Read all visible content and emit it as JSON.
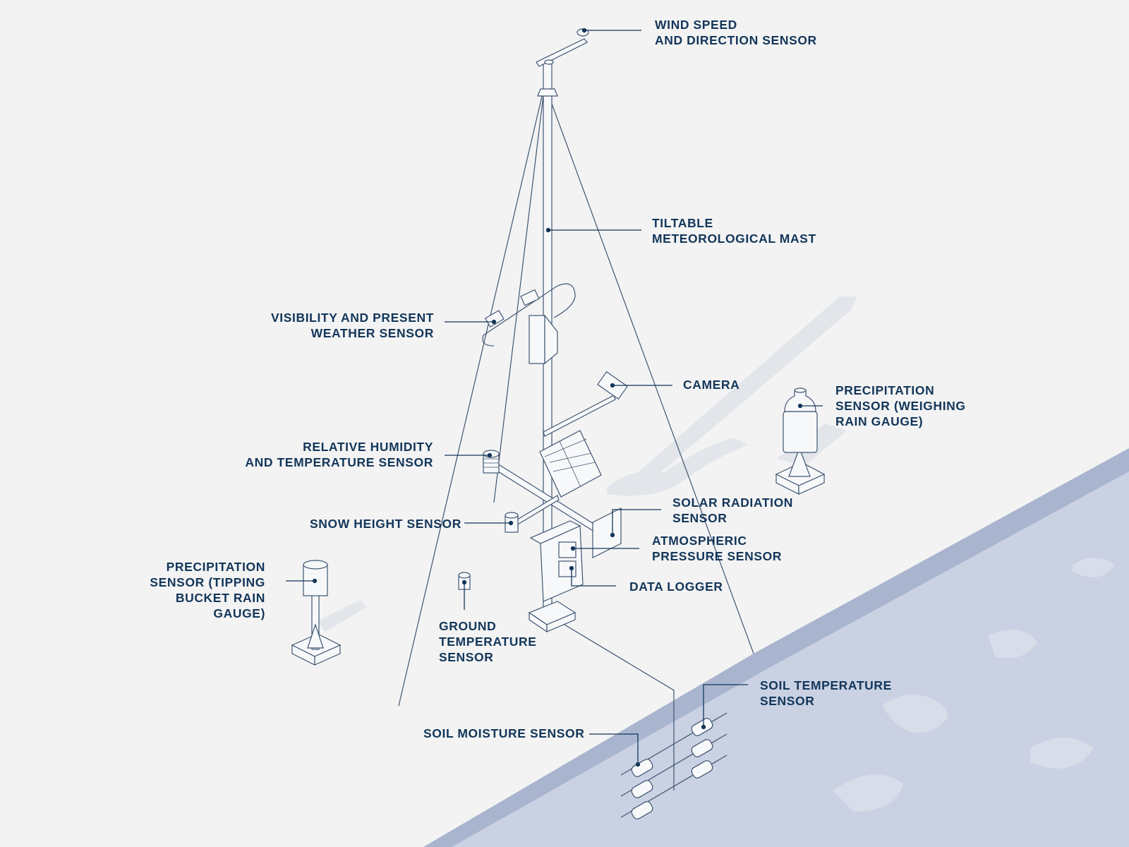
{
  "colors": {
    "ink": "#13365a",
    "line": "#3f5672",
    "ground_dark": "#a9b5cf",
    "ground_light": "#c9d1e2",
    "background": "#f3f3f3"
  },
  "labels": {
    "wind": {
      "line1": "WIND SPEED",
      "line2": "AND DIRECTION  SENSOR"
    },
    "mast": {
      "line1": "TILTABLE",
      "line2": "METEOROLOGICAL MAST"
    },
    "visibility": {
      "line1": "VISIBILITY AND PRESENT",
      "line2": "WEATHER SENSOR"
    },
    "camera": {
      "line1": "CAMERA"
    },
    "weighing": {
      "line1": "PRECIPITATION",
      "line2": "SENSOR (WEIGHING",
      "line3": "RAIN GAUGE)"
    },
    "humidity": {
      "line1": "RELATIVE HUMIDITY",
      "line2": "AND TEMPERATURE SENSOR"
    },
    "snow": {
      "line1": "SNOW HEIGHT SENSOR"
    },
    "solar": {
      "line1": "SOLAR RADIATION",
      "line2": "SENSOR"
    },
    "pressure": {
      "line1": "ATMOSPHERIC",
      "line2": "PRESSURE SENSOR"
    },
    "logger": {
      "line1": "DATA LOGGER"
    },
    "tipping": {
      "line1": "PRECIPITATION",
      "line2": "SENSOR (TIPPING",
      "line3": "BUCKET RAIN",
      "line4": "GAUGE)"
    },
    "ground_temp": {
      "line1": "GROUND",
      "line2": "TEMPERATURE",
      "line3": "SENSOR"
    },
    "soil_temp": {
      "line1": "SOIL TEMPERATURE",
      "line2": "SENSOR"
    },
    "soil_moisture": {
      "line1": "SOIL MOISTURE SENSOR"
    }
  }
}
